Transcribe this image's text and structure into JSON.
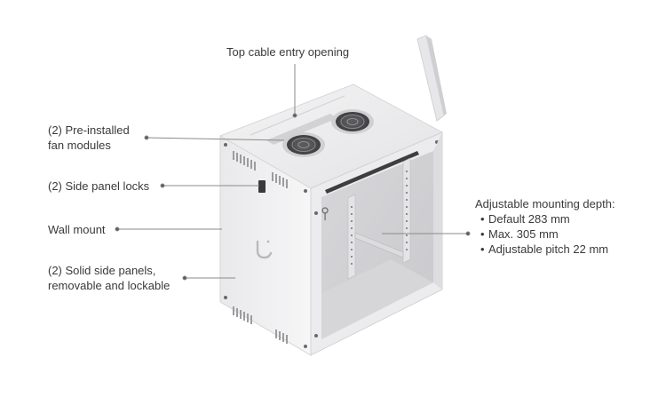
{
  "callouts": {
    "top_cable": "Top cable entry opening",
    "fans": [
      "(2) Pre-installed",
      "fan modules"
    ],
    "side_locks": "(2) Side panel locks",
    "wall_mount": "Wall mount",
    "side_panels": [
      "(2) Solid side panels,",
      "removable and lockable"
    ],
    "depth": {
      "title": "Adjustable mounting depth:",
      "items": [
        "Default 283 mm",
        "Max. 305 mm",
        "Adjustable pitch 22 mm"
      ]
    }
  },
  "colors": {
    "cabinet_light": "#eeeeef",
    "cabinet_mid": "#e1e1e3",
    "cabinet_shadow": "#cfcfd2",
    "leader": "#8a8a8a",
    "text": "#3a3a3a"
  },
  "icons": {
    "brand_logo": "ubiquiti-u-logo"
  }
}
